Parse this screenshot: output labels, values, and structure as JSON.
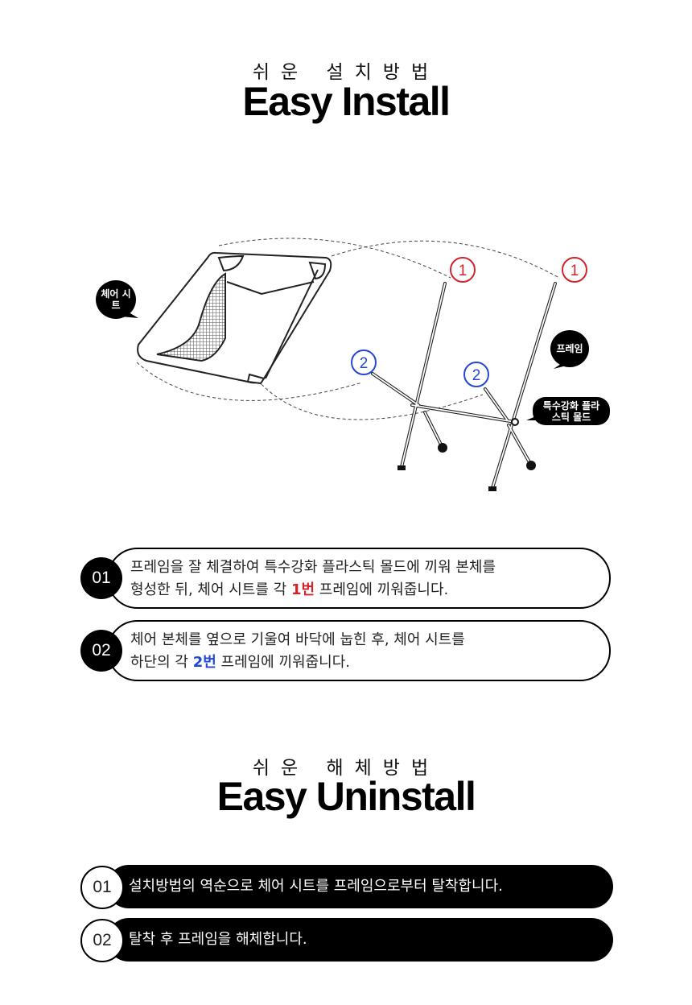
{
  "install": {
    "subtitle": "쉬운 설치방법",
    "title": "Easy Install",
    "diagram": {
      "label_seat": "체어 시트",
      "label_frame": "프레임",
      "label_mold": "특수강화 플라스틱 몰드",
      "marker_1": "1",
      "marker_2": "2",
      "colors": {
        "marker_1": "#d3232a",
        "marker_2": "#2348d6"
      }
    },
    "steps": [
      {
        "num": "01",
        "line1": "프레임을 잘 체결하여 특수강화 플라스틱 몰드에 끼워 본체를",
        "line2_pre": "형성한 뒤, 체어 시트를 각 ",
        "highlight": "1번",
        "line2_post": " 프레임에 끼워줍니다."
      },
      {
        "num": "02",
        "line1": "체어 본체를 옆으로 기울여 바닥에 눕힌 후, 체어 시트를",
        "line2_pre": "하단의 각 ",
        "highlight": "2번",
        "line2_post": " 프레임에 끼워줍니다."
      }
    ]
  },
  "uninstall": {
    "subtitle": "쉬운 해체방법",
    "title": "Easy Uninstall",
    "steps": [
      {
        "num": "01",
        "text": "설치방법의 역순으로 체어 시트를 프레임으로부터 탈착합니다."
      },
      {
        "num": "02",
        "text": "탈착 후 프레임을 해체합니다."
      }
    ]
  }
}
